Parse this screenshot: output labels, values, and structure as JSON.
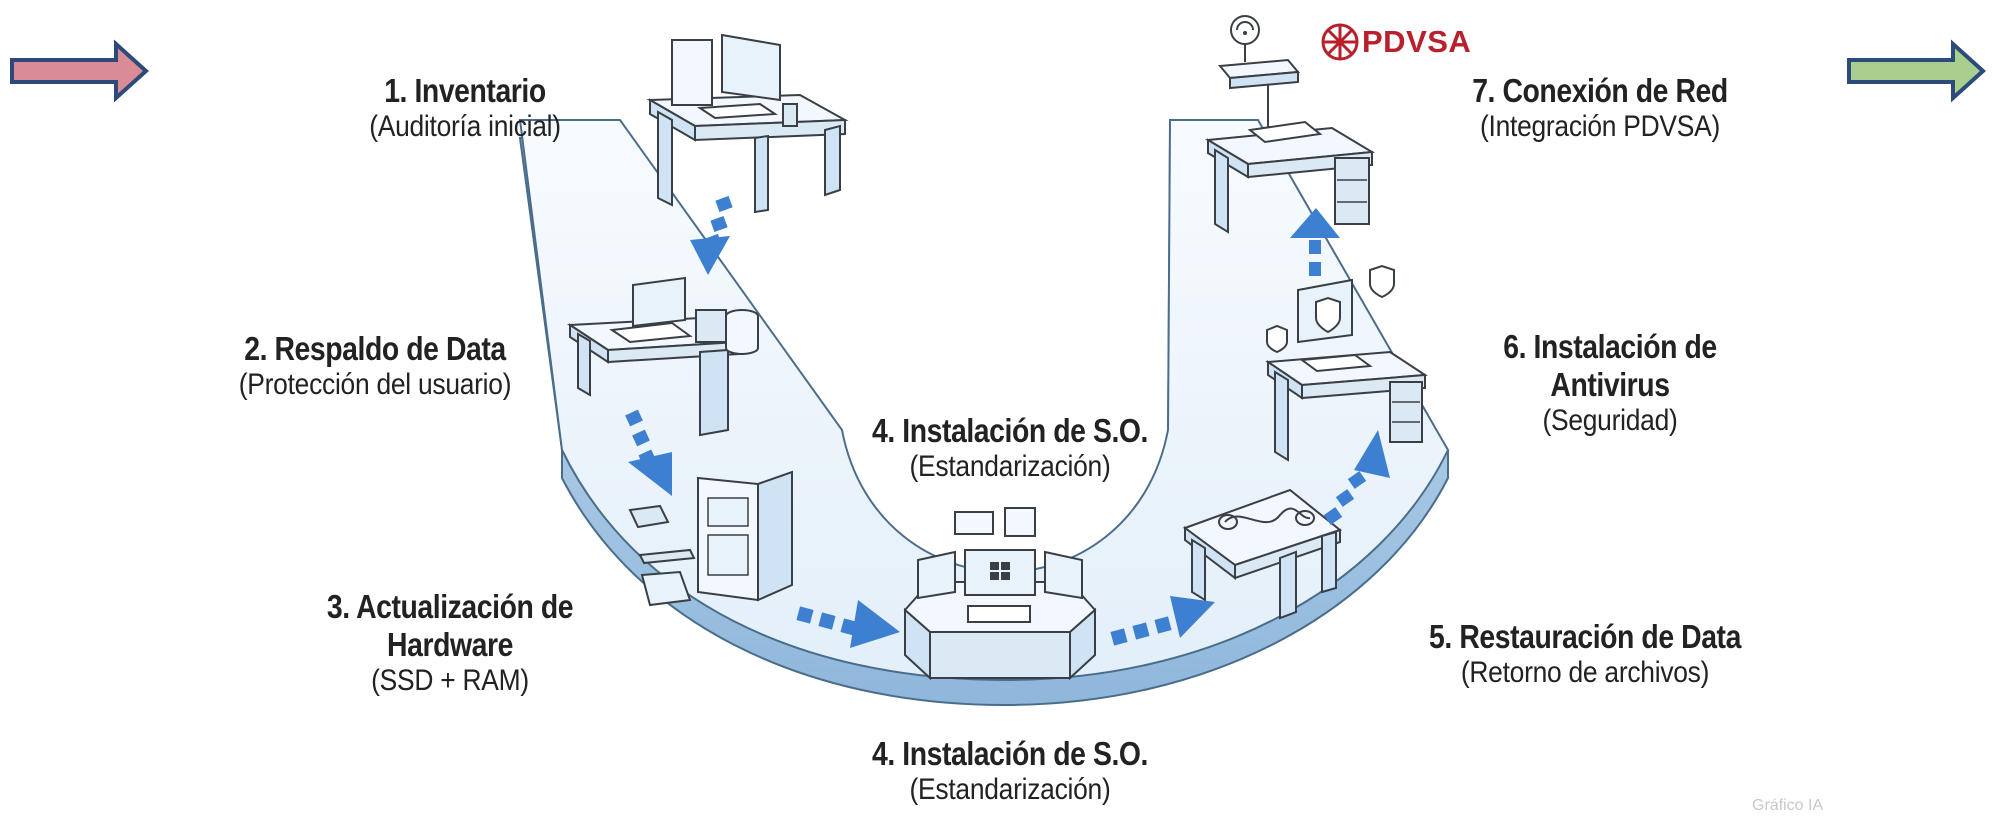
{
  "steps": [
    {
      "id": "inventario",
      "title": "1. Inventario",
      "subtitle": "(Auditoría inicial)"
    },
    {
      "id": "respaldo",
      "title": "2. Respaldo de Data",
      "subtitle": "(Protección del usuario)"
    },
    {
      "id": "hardware",
      "title_lines": [
        "3. Actualización de",
        "Hardware"
      ],
      "subtitle": "(SSD + RAM)"
    },
    {
      "id": "so-top",
      "title": "4. Instalación de S.O.",
      "subtitle": "(Estandarización)"
    },
    {
      "id": "so-bottom",
      "title": "4. Instalación de S.O.",
      "subtitle": "(Estandarización)"
    },
    {
      "id": "restauracion",
      "title": "5. Restauración de Data",
      "subtitle": "(Retorno de archivos)"
    },
    {
      "id": "antivirus",
      "title_lines": [
        "6. Instalación de",
        "Antivirus"
      ],
      "subtitle": "(Seguridad)"
    },
    {
      "id": "red",
      "title": "7. Conexión de Red",
      "subtitle": "(Integración PDVSA)"
    }
  ],
  "brand": {
    "name": "PDVSA",
    "color": "#b8202c"
  },
  "colors": {
    "path_fill": "#eef5fb",
    "path_edge": "#9fc4e4",
    "path_outline": "#4a6d8c",
    "arrow": "#3d7fd0",
    "desk_top": "#f2f8fd",
    "desk_side": "#cfe3f4",
    "line": "#3a3f45",
    "nav_left_fill": "#d98c95",
    "nav_right_fill": "#a9cf8e",
    "nav_outline": "#2c4a7a"
  },
  "nav": {
    "left_icon": "arrow-right-icon",
    "right_icon": "arrow-right-icon"
  },
  "watermark": "Gráfico IA"
}
